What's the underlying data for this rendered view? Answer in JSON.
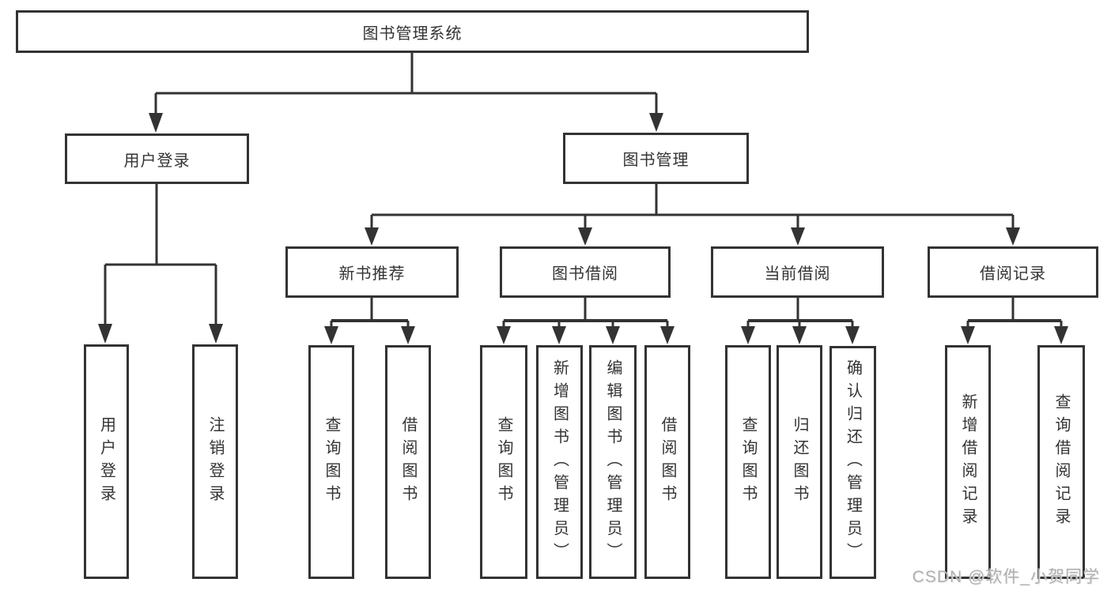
{
  "diagram": {
    "root": "图书管理系统",
    "level2": {
      "user_login": "用户登录",
      "book_mgmt": "图书管理"
    },
    "level3": [
      "新书推荐",
      "图书借阅",
      "当前借阅",
      "借阅记录"
    ],
    "leaves": {
      "login": [
        "用户登录",
        "注销登录"
      ],
      "new_book": [
        "查询图书",
        "借阅图书"
      ],
      "book_borrow": [
        "查询图书",
        "新增图书（管理员）",
        "编辑图书（管理员）",
        "借阅图书"
      ],
      "current_borrow": [
        "查询图书",
        "归还图书",
        "确认归还（管理员）"
      ],
      "records": [
        "新增借阅记录",
        "查询借阅记录"
      ]
    }
  },
  "watermark": "CSDN @软件_小贺同学",
  "colors": {
    "line": "#333333",
    "text": "#333333",
    "watermark": "#b0b0b0",
    "background": "#ffffff"
  }
}
